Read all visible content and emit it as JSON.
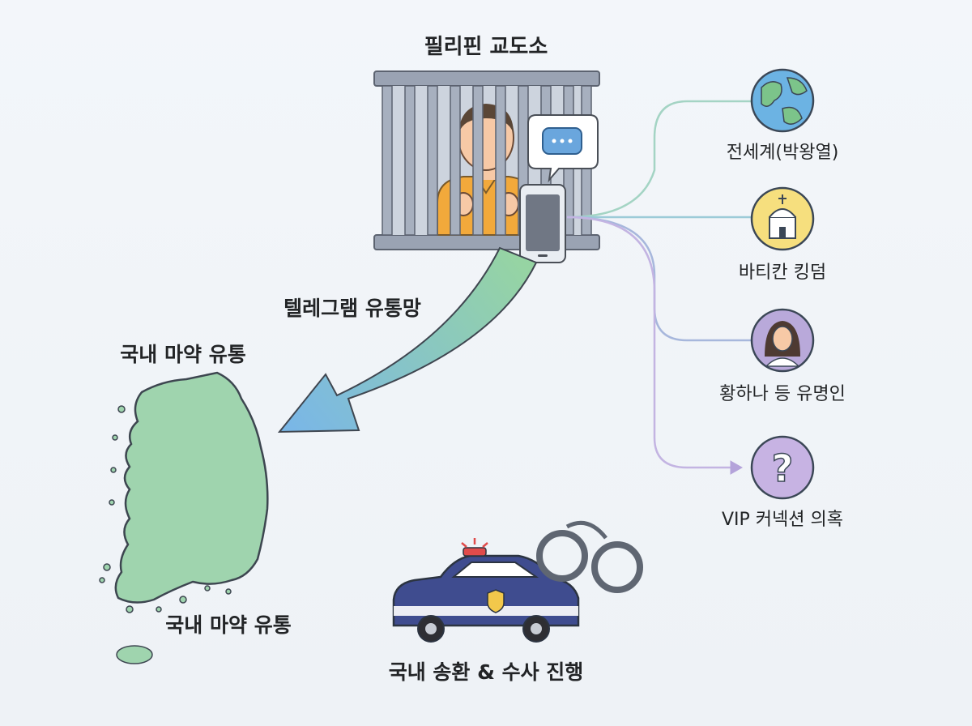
{
  "title": "필리핀 교도소",
  "arrow_label": "텔레그램 유통망",
  "map_label_top": "국내 마약 유통",
  "map_label_bottom": "국내 마약 유통",
  "police_label": "국내 송환 & 수사 진행",
  "connections": [
    {
      "label": "전세계(박왕열)",
      "icon": "globe-icon",
      "color": "#9ed3b6"
    },
    {
      "label": "바티칸 킹덤",
      "icon": "church-icon",
      "color": "#f6df7e"
    },
    {
      "label": "황하나 등 유명인",
      "icon": "woman-icon",
      "color": "#b9a9da"
    },
    {
      "label": "VIP 커넥션 의혹",
      "icon": "question-icon",
      "color": "#c7b3e3"
    }
  ],
  "colors": {
    "bars": "#8b96a8",
    "prisoner": "#f2a93b",
    "arrow_start": "#8fd19e",
    "arrow_end": "#7fb9e6",
    "map": "#9fd4ae",
    "police": "#3e4a8c"
  }
}
